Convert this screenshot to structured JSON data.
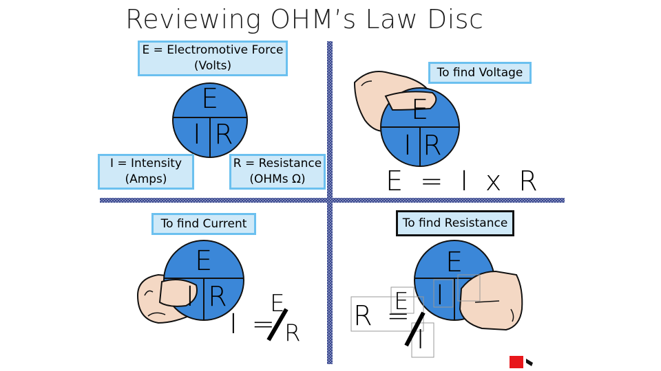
{
  "title": "Reviewing OHM’s Law Disc",
  "labels": {
    "emf_line1": "E = Electromotive Force",
    "emf_line2": "(Volts)",
    "intensity_line1": "I = Intensity",
    "intensity_line2": "(Amps)",
    "resistance_line1": "R = Resistance",
    "resistance_line2": "(OHMs Ω)",
    "find_voltage": "To find Voltage",
    "find_current": "To find Current",
    "find_resistance": "To find Resistance"
  },
  "disc": {
    "e": "E",
    "i": "I",
    "r": "R"
  },
  "formulas": {
    "voltage": "E = I x R",
    "current_lhs": "I =",
    "current_num": "E",
    "current_den": "R",
    "resistance_lhs": "R =",
    "resistance_num": "E",
    "resistance_den": "I"
  },
  "colors": {
    "disc_fill": "#3b87d8",
    "label_fill": "#cfe9f8",
    "label_border": "#6bc0ef",
    "divider": "#2f3e86"
  }
}
